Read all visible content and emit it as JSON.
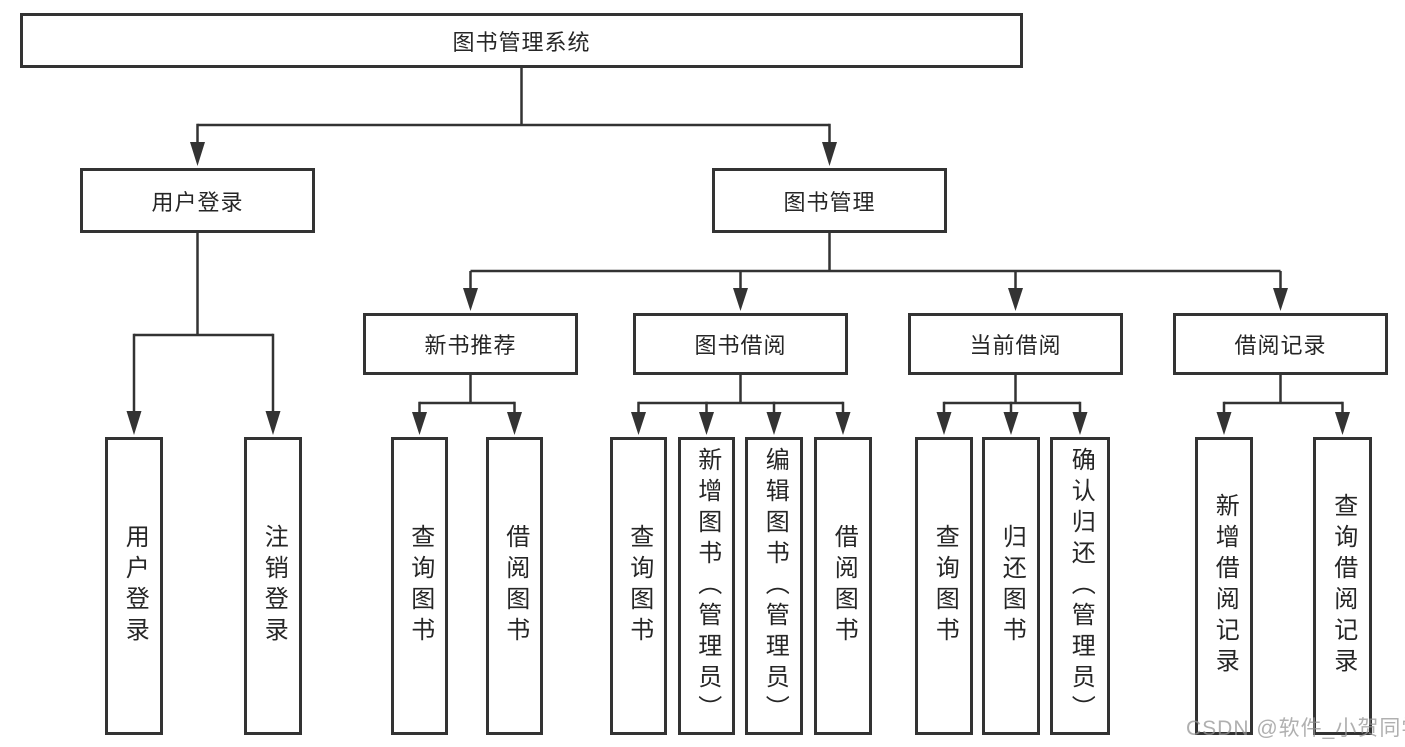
{
  "tree": {
    "root": {
      "label": "图书管理系统"
    },
    "children": [
      {
        "label": "用户登录",
        "children": [
          {
            "label": "用户登录"
          },
          {
            "label": "注销登录"
          }
        ]
      },
      {
        "label": "图书管理",
        "children": [
          {
            "label": "新书推荐",
            "children": [
              {
                "label": "查询图书"
              },
              {
                "label": "借阅图书"
              }
            ]
          },
          {
            "label": "图书借阅",
            "children": [
              {
                "label": "查询图书"
              },
              {
                "label": "新增图书（管理员）"
              },
              {
                "label": "编辑图书（管理员）"
              },
              {
                "label": "借阅图书"
              }
            ]
          },
          {
            "label": "当前借阅",
            "children": [
              {
                "label": "查询图书"
              },
              {
                "label": "归还图书"
              },
              {
                "label": "确认归还（管理员）"
              }
            ]
          },
          {
            "label": "借阅记录",
            "children": [
              {
                "label": "新增借阅记录"
              },
              {
                "label": "查询借阅记录"
              }
            ]
          }
        ]
      }
    ]
  },
  "watermark": "CSDN @软件_小贺同学",
  "colors": {
    "line": "#333333",
    "box_border": "#333333",
    "text": "#262626",
    "watermark": "#a9a9a9",
    "background": "#ffffff"
  }
}
